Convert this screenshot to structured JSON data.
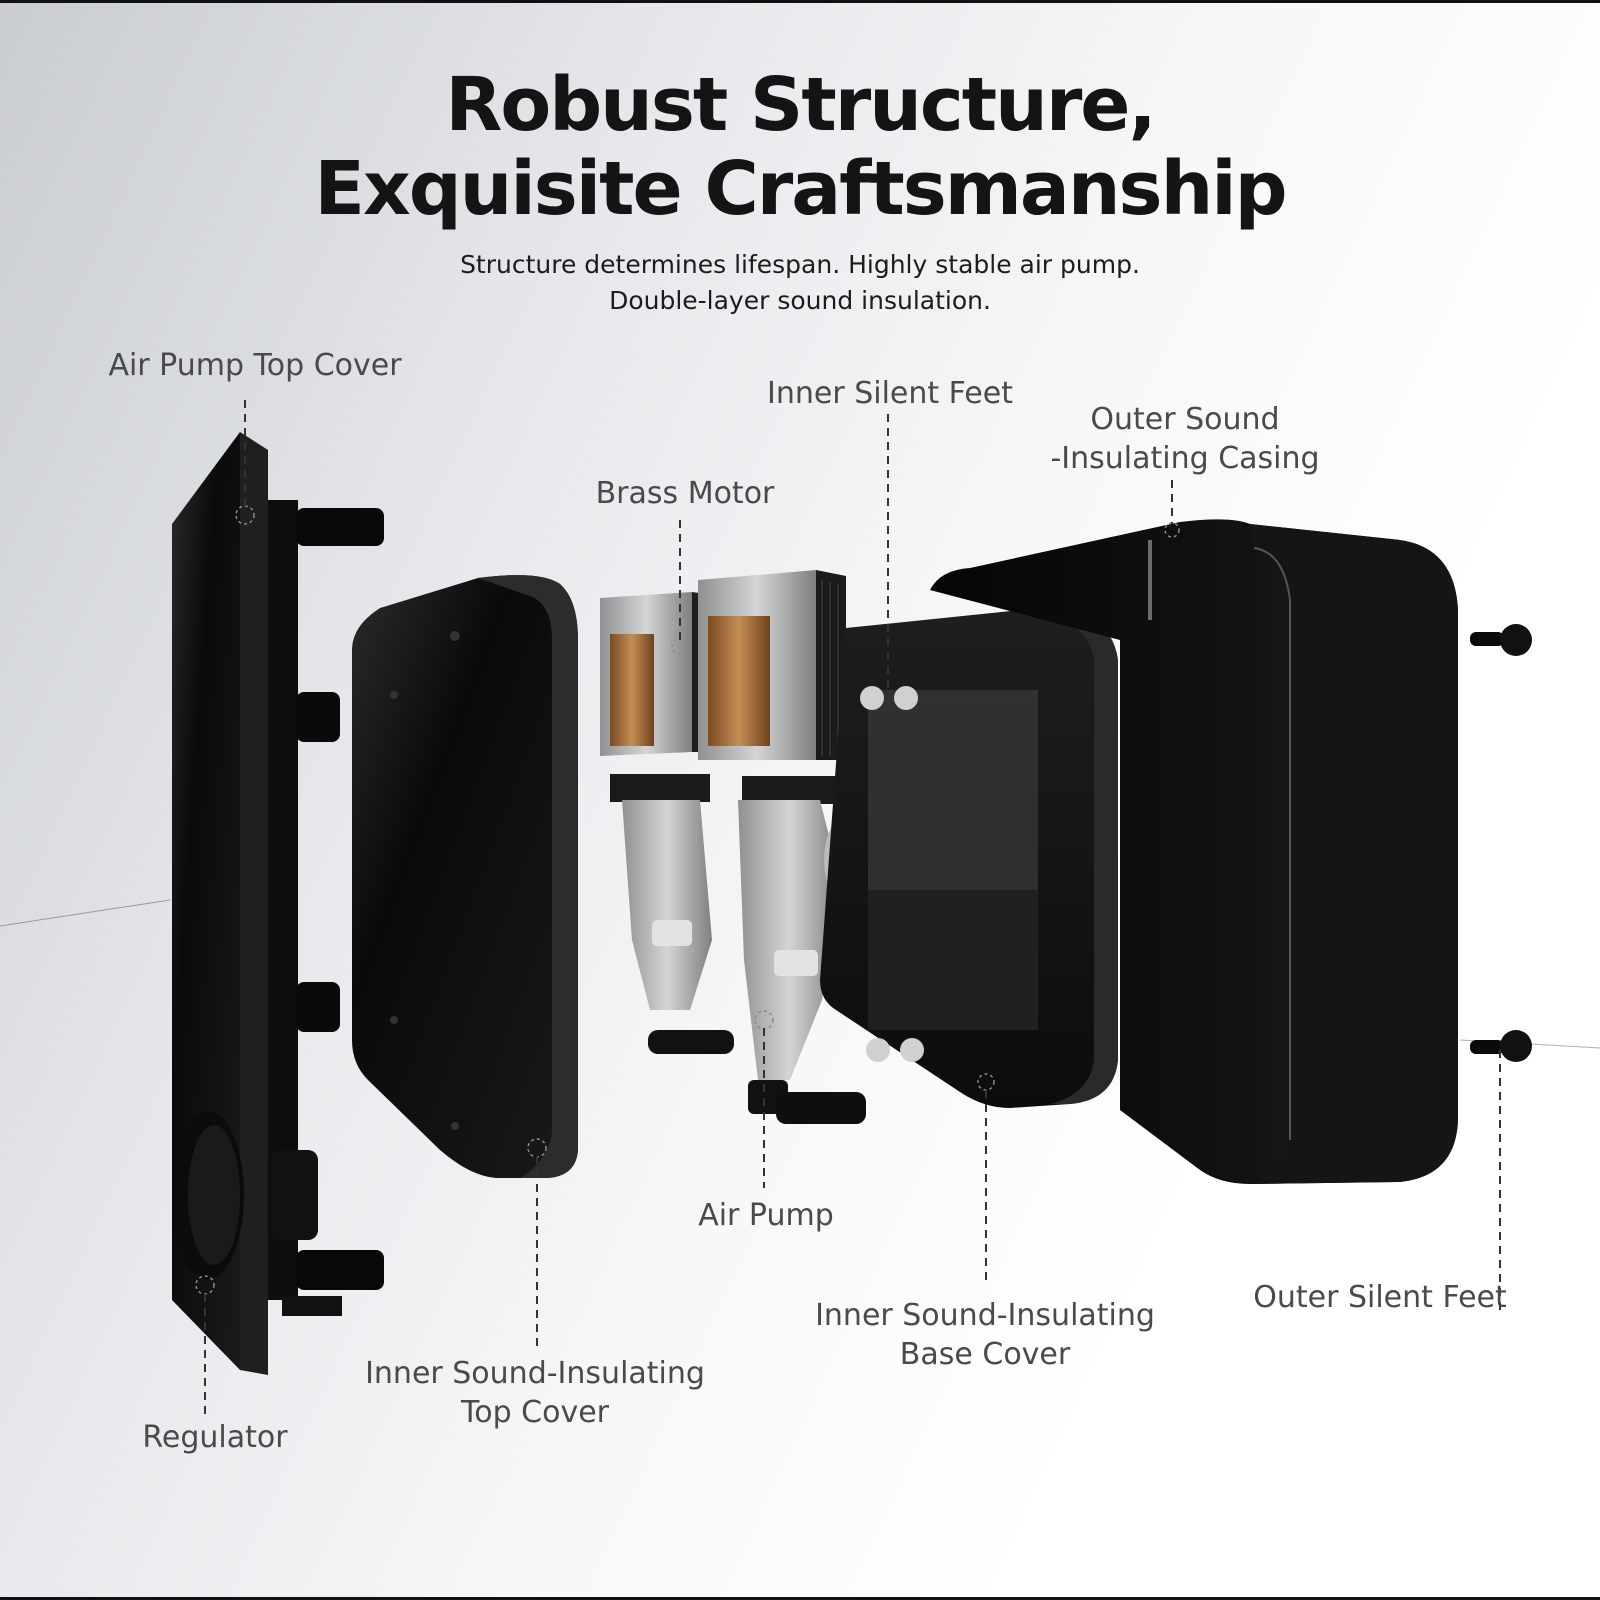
{
  "heading": {
    "title_line1": "Robust Structure,",
    "title_line2": "Exquisite Craftsmanship",
    "subtitle_line1": "Structure determines lifespan. Highly stable air pump.",
    "subtitle_line2": "Double-layer sound insulation."
  },
  "labels": {
    "air_pump_top_cover": "Air Pump Top Cover",
    "inner_silent_feet": "Inner Silent Feet",
    "outer_casing_line1": "Outer Sound",
    "outer_casing_line2": "-Insulating Casing",
    "brass_motor": "Brass Motor",
    "air_pump": "Air Pump",
    "inner_base_cover_line1": "Inner Sound-Insulating",
    "inner_base_cover_line2": "Base Cover",
    "outer_silent_feet": "Outer Silent Feet",
    "inner_top_cover_line1": "Inner Sound-Insulating",
    "inner_top_cover_line2": "Top Cover",
    "regulator": "Regulator"
  },
  "colors": {
    "title": "#141414",
    "label": "#4a4a4a",
    "part_body": "#0b0b0b",
    "copper_coil": "#b07a45",
    "metal": "#a9abad"
  }
}
